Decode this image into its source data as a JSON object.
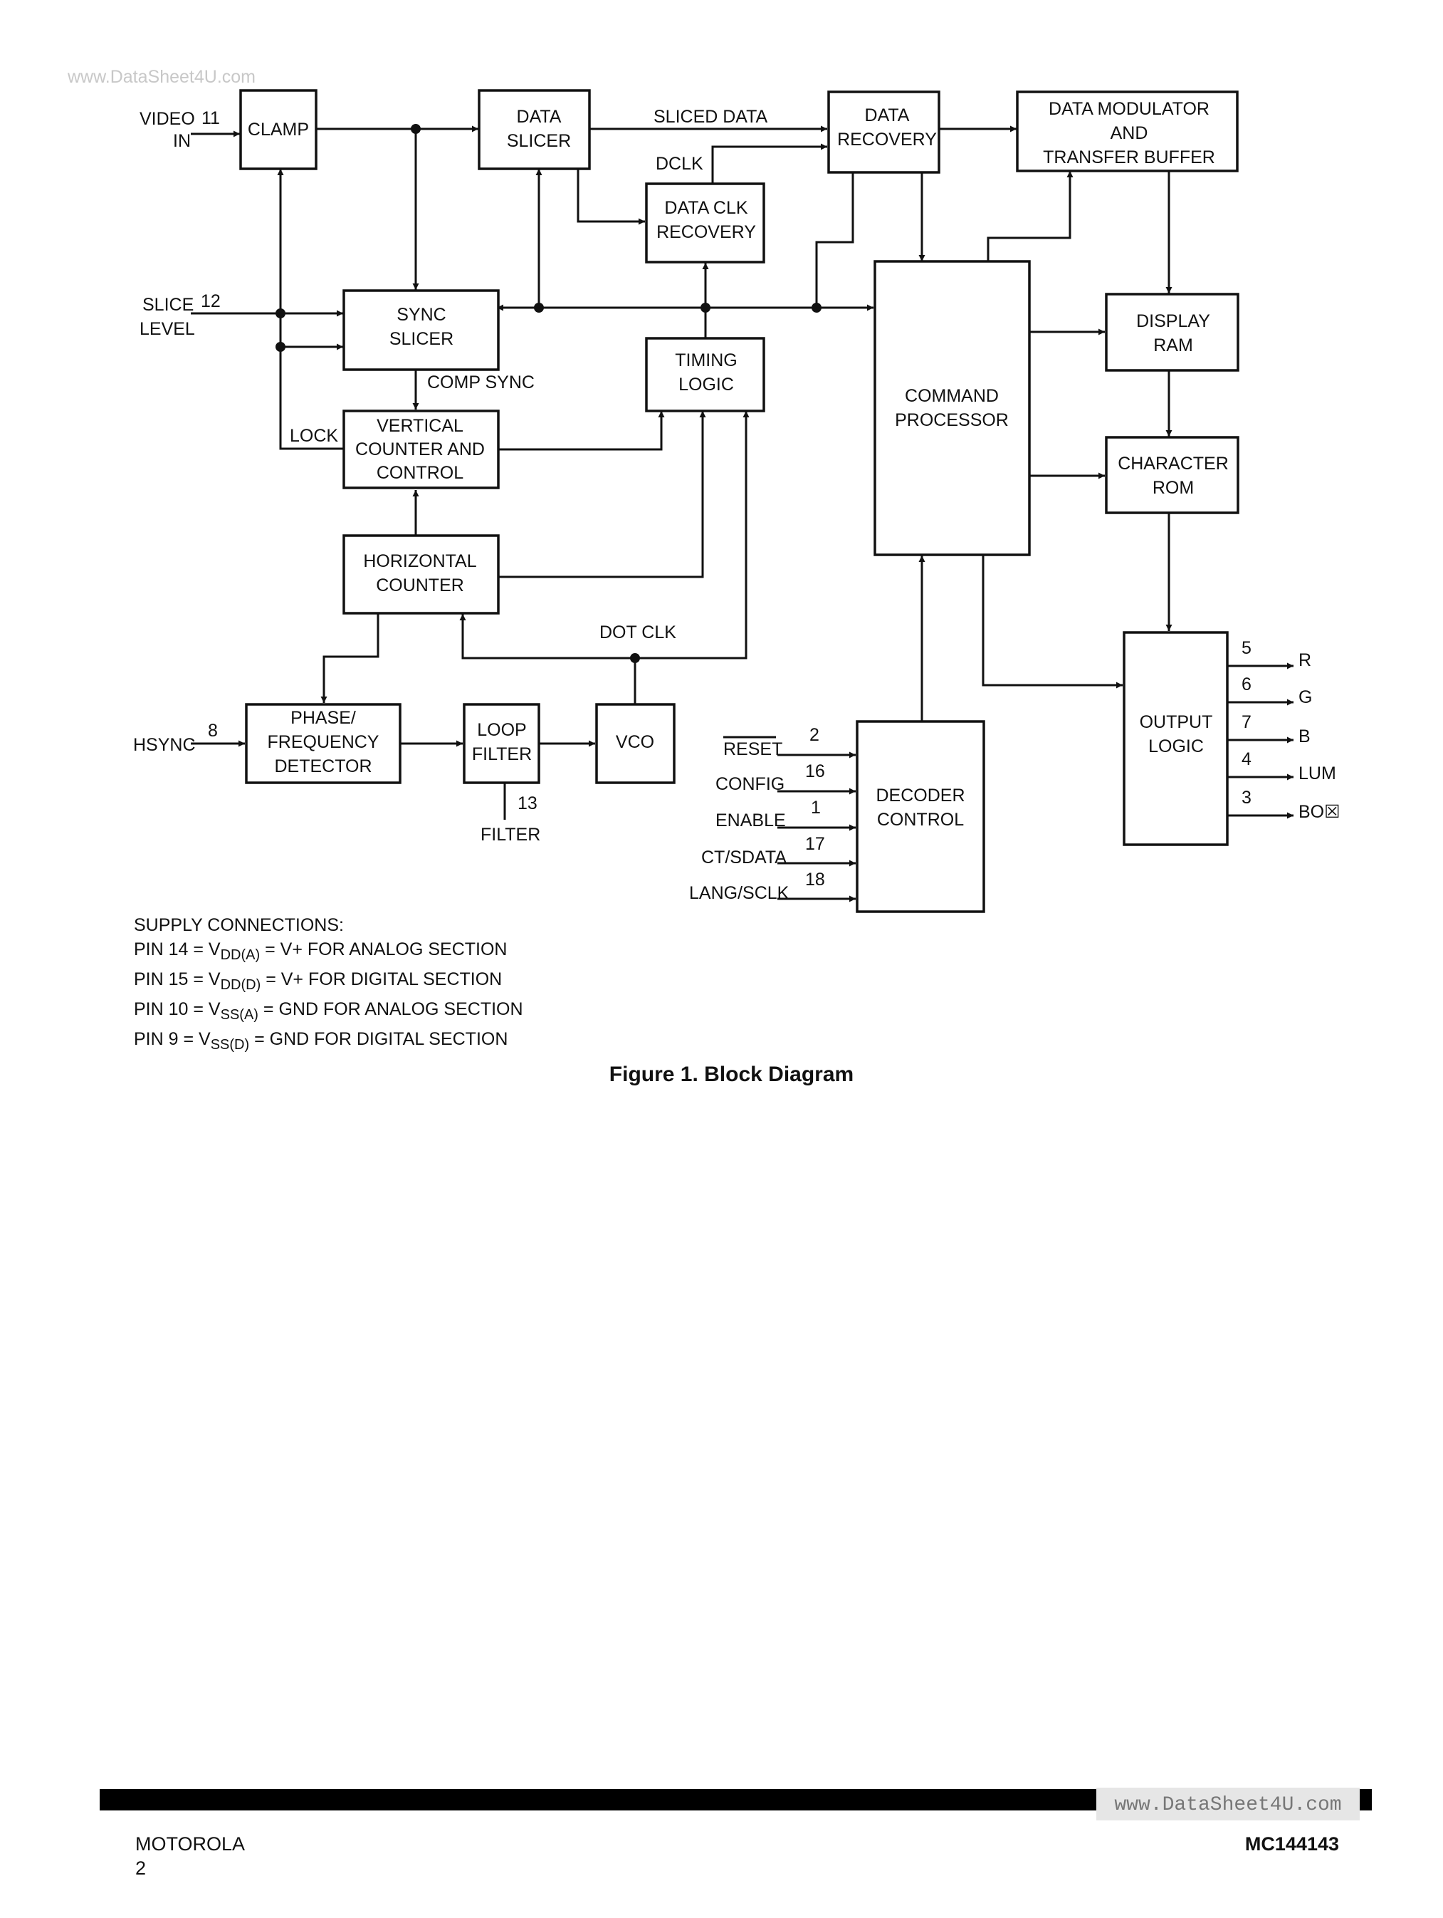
{
  "watermark_top": "www.DataSheet4U.com",
  "blocks": {
    "clamp": "CLAMP",
    "data_slicer": [
      "DATA",
      "SLICER"
    ],
    "data_recovery": [
      "DATA",
      "RECOVERY"
    ],
    "data_modulator": [
      "DATA MODULATOR",
      "AND",
      "TRANSFER BUFFER"
    ],
    "data_clk_recovery": [
      "DATA CLK",
      "RECOVERY"
    ],
    "sync_slicer": [
      "SYNC",
      "SLICER"
    ],
    "timing_logic": [
      "TIMING",
      "LOGIC"
    ],
    "command_processor": [
      "COMMAND",
      "PROCESSOR"
    ],
    "display_ram": [
      "DISPLAY",
      "RAM"
    ],
    "vertical_counter": [
      "VERTICAL",
      "COUNTER AND",
      "CONTROL"
    ],
    "character_rom": [
      "CHARACTER",
      "ROM"
    ],
    "horizontal_counter": [
      "HORIZONTAL",
      "COUNTER"
    ],
    "output_logic": [
      "OUTPUT",
      "LOGIC"
    ],
    "phase_detector": [
      "PHASE/",
      "FREQUENCY",
      "DETECTOR"
    ],
    "loop_filter": [
      "LOOP",
      "FILTER"
    ],
    "vco": "VCO",
    "decoder_control": [
      "DECODER",
      "CONTROL"
    ]
  },
  "signals": {
    "video_in": [
      "VIDEO",
      "IN"
    ],
    "sliced_data": "SLICED DATA",
    "dclk": "DCLK",
    "slice_level": [
      "SLICE",
      "LEVEL"
    ],
    "comp_sync": "COMP SYNC",
    "lock": "LOCK",
    "dot_clk": "DOT CLK",
    "hsync": "HSYNC",
    "filter": "FILTER",
    "reset": "RESET",
    "config": "CONFIG",
    "enable": "ENABLE",
    "ct_sdata": "CT/SDATA",
    "lang_sclk": "LANG/SCLK",
    "r": "R",
    "g": "G",
    "b": "B",
    "lum": "LUM",
    "box": "BO☒"
  },
  "pins": {
    "video_in": "11",
    "slice_level": "12",
    "hsync": "8",
    "filter": "13",
    "reset": "2",
    "config": "16",
    "enable": "1",
    "ct_sdata": "17",
    "lang_sclk": "18",
    "r": "5",
    "g": "6",
    "b": "7",
    "lum": "4",
    "box": "3"
  },
  "supply": {
    "heading": "SUPPLY CONNECTIONS:",
    "lines": [
      {
        "pin": "PIN 14 = V",
        "sub": "DD(A)",
        "rest": " = V+ FOR ANALOG SECTION"
      },
      {
        "pin": "PIN 15 = V",
        "sub": "DD(D)",
        "rest": " = V+ FOR DIGITAL SECTION"
      },
      {
        "pin": "PIN 10 = V",
        "sub": "SS(A)",
        "rest": " = GND FOR ANALOG SECTION"
      },
      {
        "pin": "PIN 9 = V",
        "sub": "SS(D)",
        "rest": " = GND FOR DIGITAL SECTION"
      }
    ]
  },
  "caption": "Figure 1. Block Diagram",
  "footer": {
    "left_line1": "MOTOROLA",
    "left_line2": "2",
    "right": "MC144143",
    "watermark": "www.DataSheet4U.com"
  }
}
